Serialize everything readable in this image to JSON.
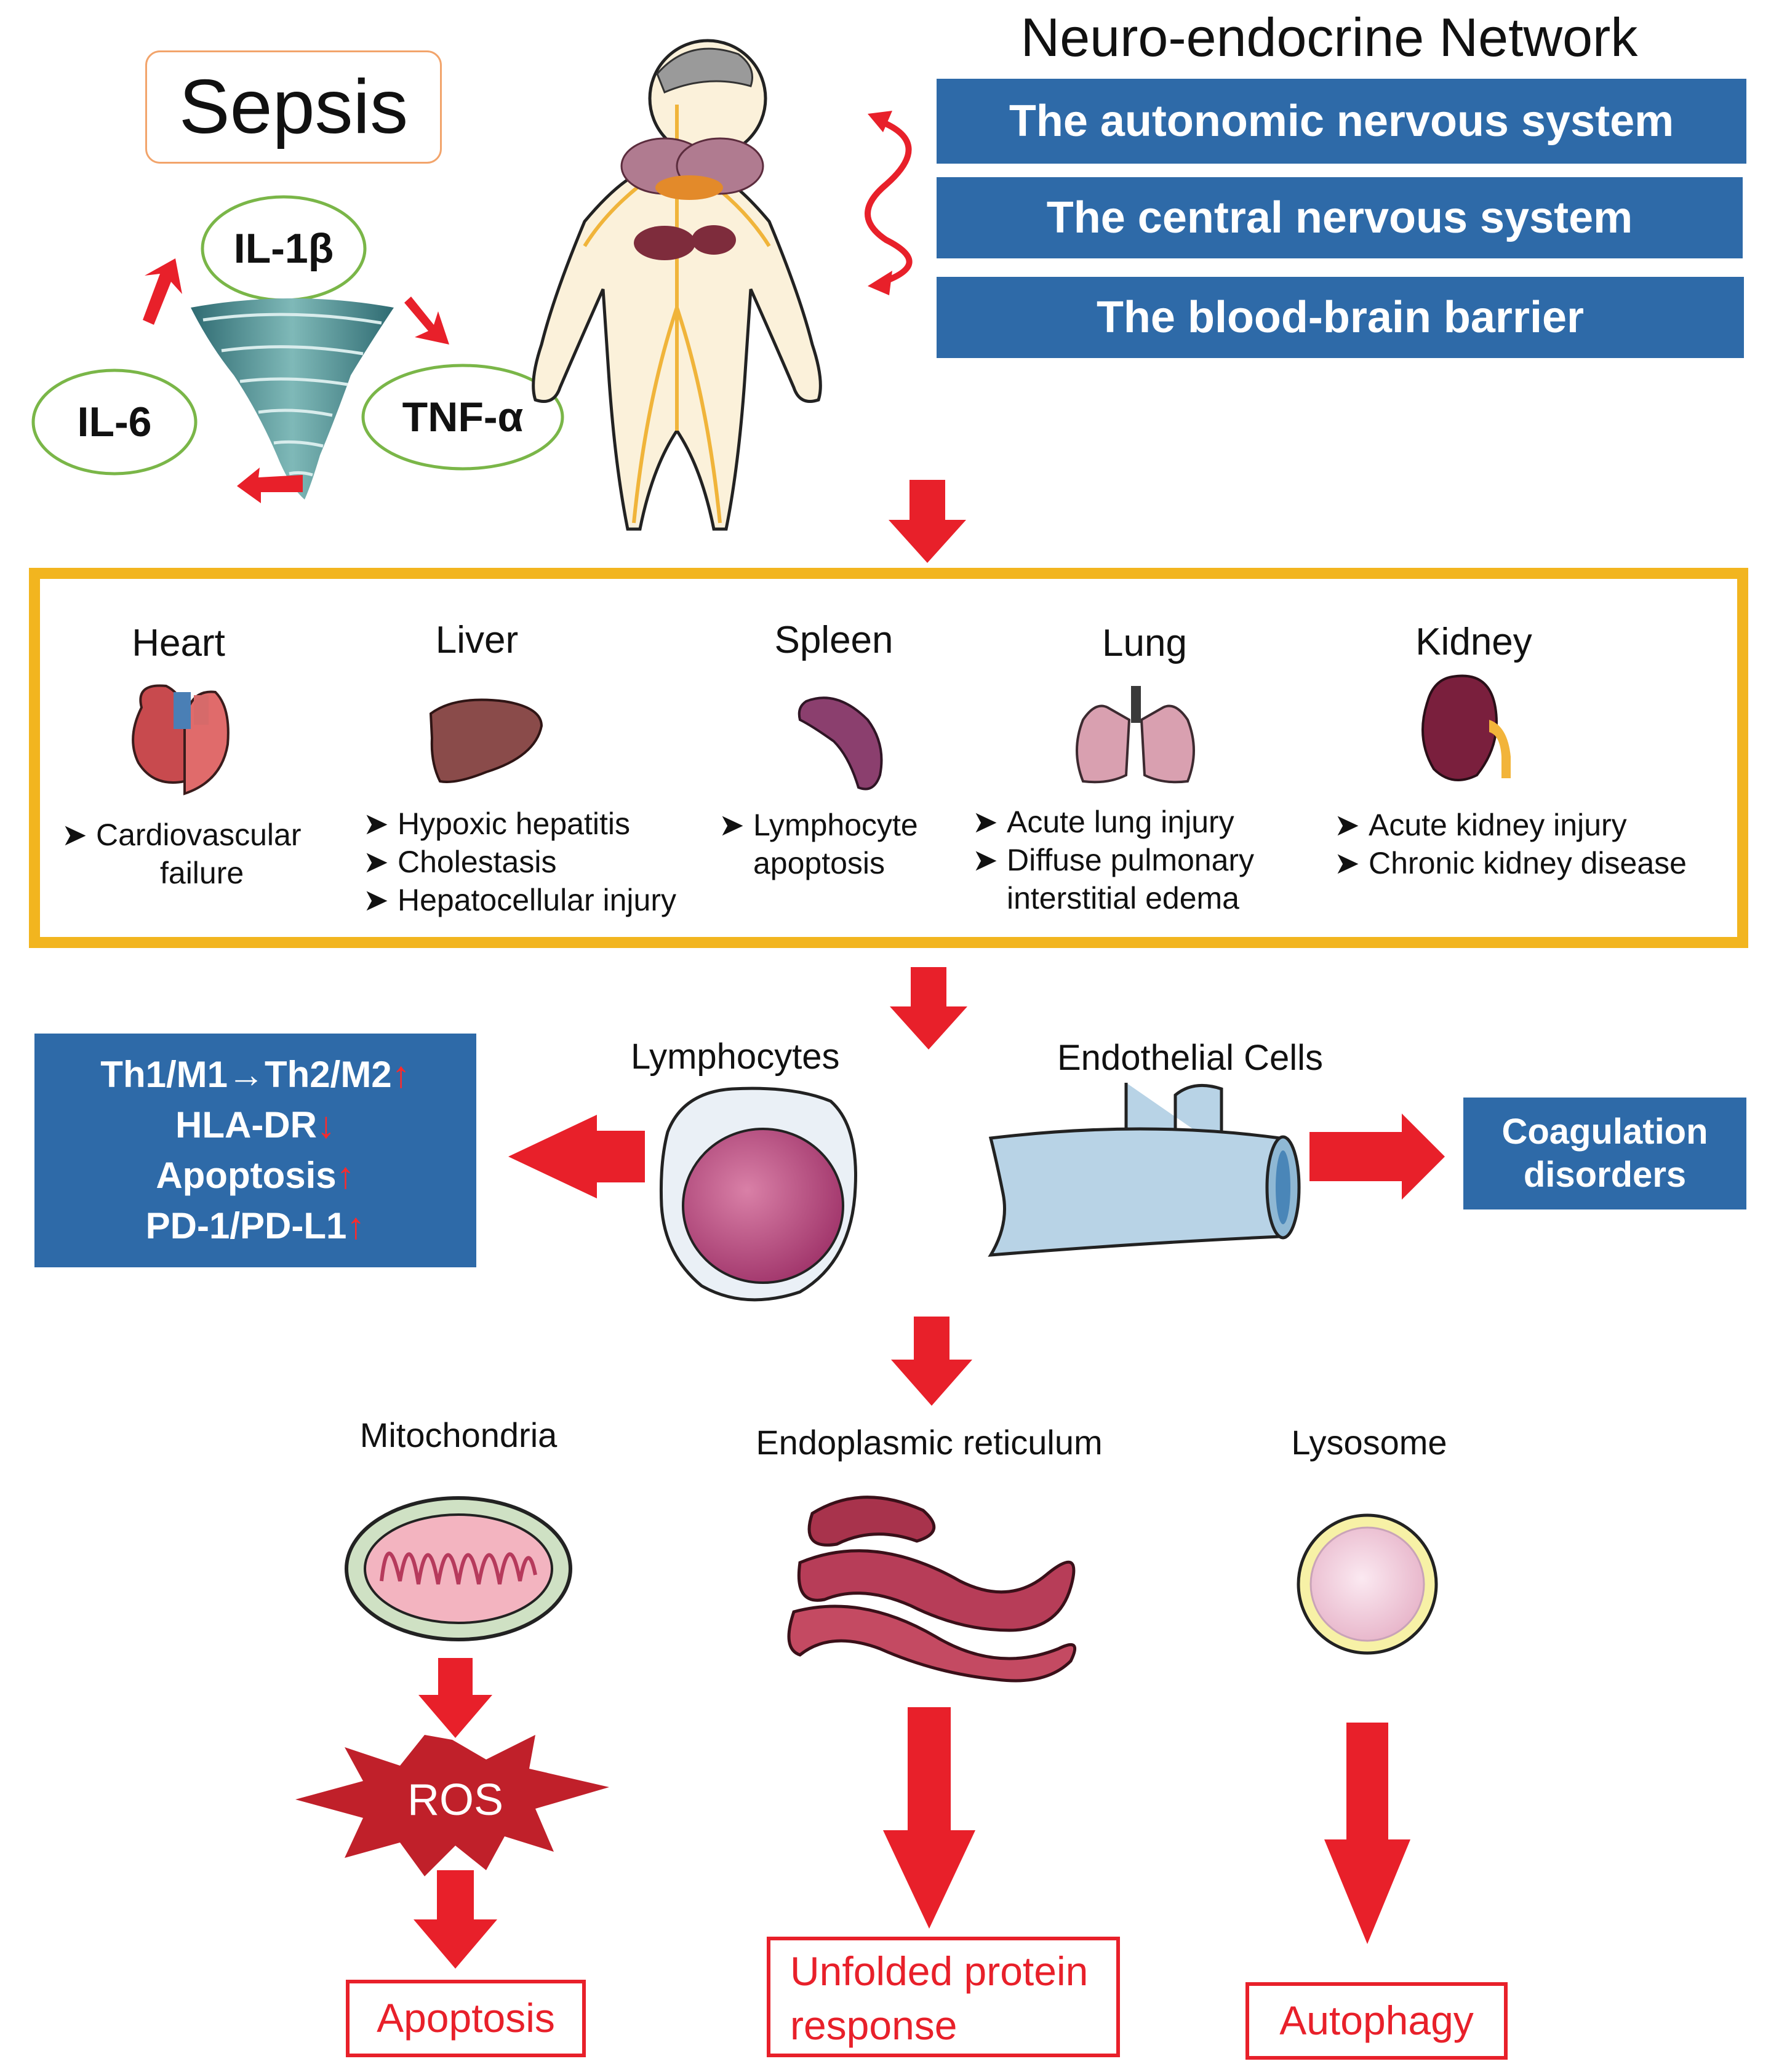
{
  "sepsis": {
    "title": "Sepsis",
    "cytokines": [
      "IL-1β",
      "IL-6",
      "TNF-α"
    ]
  },
  "network": {
    "title": "Neuro-endocrine Network",
    "items": [
      "The autonomic nervous system",
      "The central nervous system",
      "The blood-brain barrier"
    ]
  },
  "organs": [
    {
      "name": "Heart",
      "effects": [
        "Cardiovascular",
        "failure"
      ]
    },
    {
      "name": "Liver",
      "effects": [
        "Hypoxic hepatitis",
        "Cholestasis",
        "Hepatocellular injury"
      ]
    },
    {
      "name": "Spleen",
      "effects": [
        "Lymphocyte",
        "apoptosis"
      ]
    },
    {
      "name": "Lung",
      "effects": [
        "Acute lung injury",
        "Diffuse pulmonary",
        "interstitial edema"
      ]
    },
    {
      "name": "Kidney",
      "effects": [
        "Acute kidney injury",
        "Chronic kidney disease"
      ]
    }
  ],
  "cells": {
    "lymphocytes": "Lymphocytes",
    "endothelial": "Endothelial Cells",
    "lymph_effects": [
      {
        "text": "Th1/M1→Th2/M2",
        "arrow": "↑"
      },
      {
        "text": "HLA-DR",
        "arrow": "↓"
      },
      {
        "text": "Apoptosis",
        "arrow": "↑"
      },
      {
        "text": "PD-1/PD-L1",
        "arrow": "↑"
      }
    ],
    "coagulation": [
      "Coagulation",
      "disorders"
    ]
  },
  "organelles": {
    "mitochondria": "Mitochondria",
    "er": "Endoplasmic reticulum",
    "lysosome": "Lysosome",
    "ros": "ROS"
  },
  "outcomes": {
    "apoptosis": "Apoptosis",
    "upr": [
      "Unfolded protein",
      "response"
    ],
    "autophagy": "Autophagy"
  },
  "colors": {
    "arrow_red": "#e8202a",
    "blue_box": "#2e6aa8",
    "organ_frame": "#f2b51f",
    "oval_border": "#7ab648"
  }
}
